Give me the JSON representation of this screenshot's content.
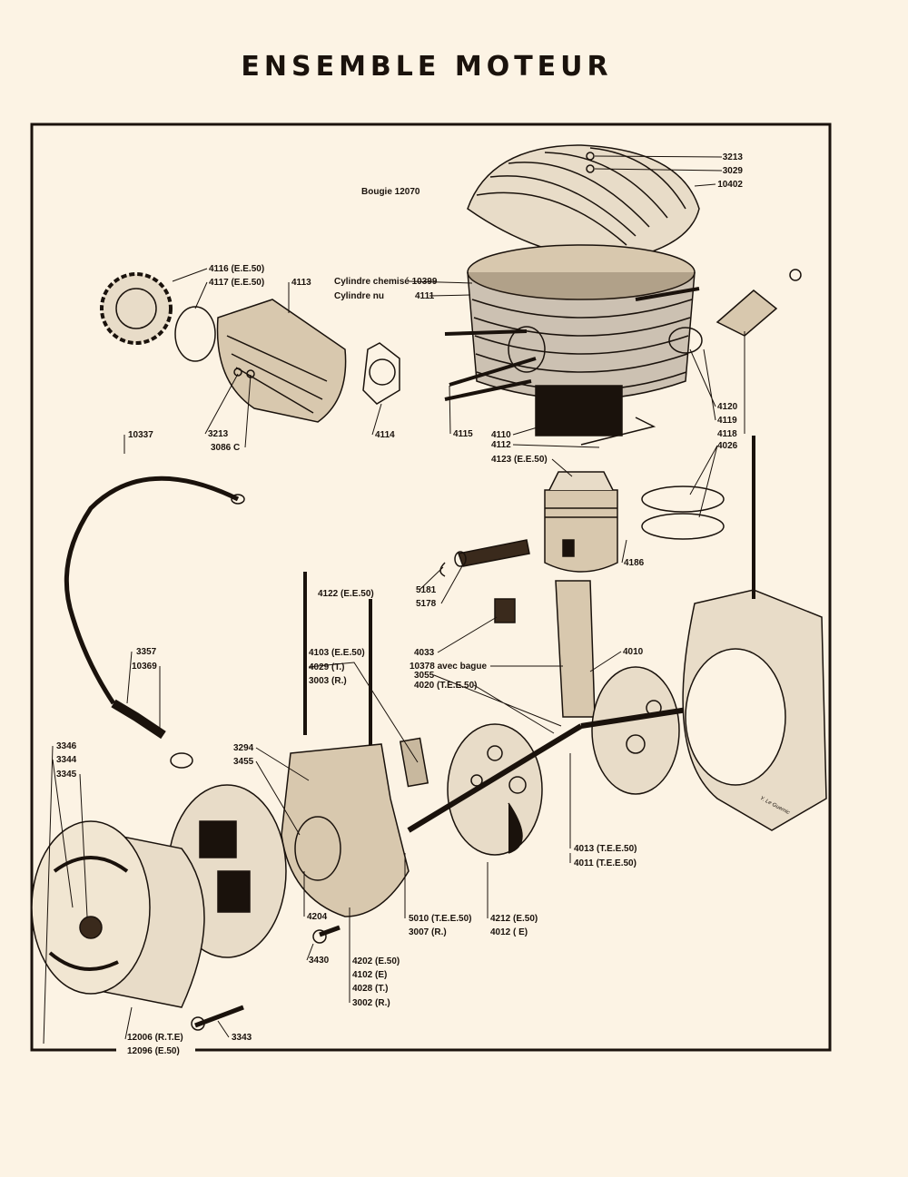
{
  "title": "ENSEMBLE MOTEUR",
  "signature": "Y. Le Guernic",
  "colors": {
    "paper": "#fcf3e4",
    "ink": "#1a120c"
  },
  "labels": {
    "bougie": "Bougie 12070",
    "l3213a": "3213",
    "l3029": "3029",
    "l10402": "10402",
    "cyl_chemise": "Cylindre chemisé 10399",
    "cyl_nu": "Cylindre nu",
    "l4111": "4111",
    "l4116": "4116 (E.E.50)",
    "l4117": "4117 (E.E.50)",
    "l4113": "4113",
    "l4114": "4114",
    "l3213b": "3213",
    "l3086": "3086 C",
    "l4115": "4115",
    "l4110": "4110",
    "l4112": "4112",
    "l4120": "4120",
    "l4119": "4119",
    "l4118": "4118",
    "l4026": "4026",
    "l4123": "4123 (E.E.50)",
    "l10337": "10337",
    "l4186": "4186",
    "l5181": "5181",
    "l5178": "5178",
    "l4122": "4122 (E.E.50)",
    "l4033": "4033",
    "l10378": "10378 avec bague",
    "l3055": "3055",
    "l4020": "4020 (T.E.E.50)",
    "l4010": "4010",
    "l4103": "4103 (E.E.50)",
    "l4029": "4029 (T.)",
    "l3003": "3003 (R.)",
    "l3357": "3357",
    "l10369": "10369",
    "l3346": "3346",
    "l3344": "3344",
    "l3345": "3345",
    "l3294": "3294",
    "l3455": "3455",
    "l4013": "4013 (T.E.E.50)",
    "l4011": "4011 (T.E.E.50)",
    "l4204": "4204",
    "l5010": "5010 (T.E.E.50)",
    "l3007": "3007 (R.)",
    "l4212": "4212 (E.50)",
    "l4012": "4012 ( E)",
    "l3430": "3430",
    "l4202": "4202 (E.50)",
    "l4102": "4102 (E)",
    "l4028": "4028 (T.)",
    "l3002": "3002 (R.)",
    "l12006": "12006 (R.T.E)",
    "l12096": "12096 (E.50)",
    "l3343": "3343"
  }
}
